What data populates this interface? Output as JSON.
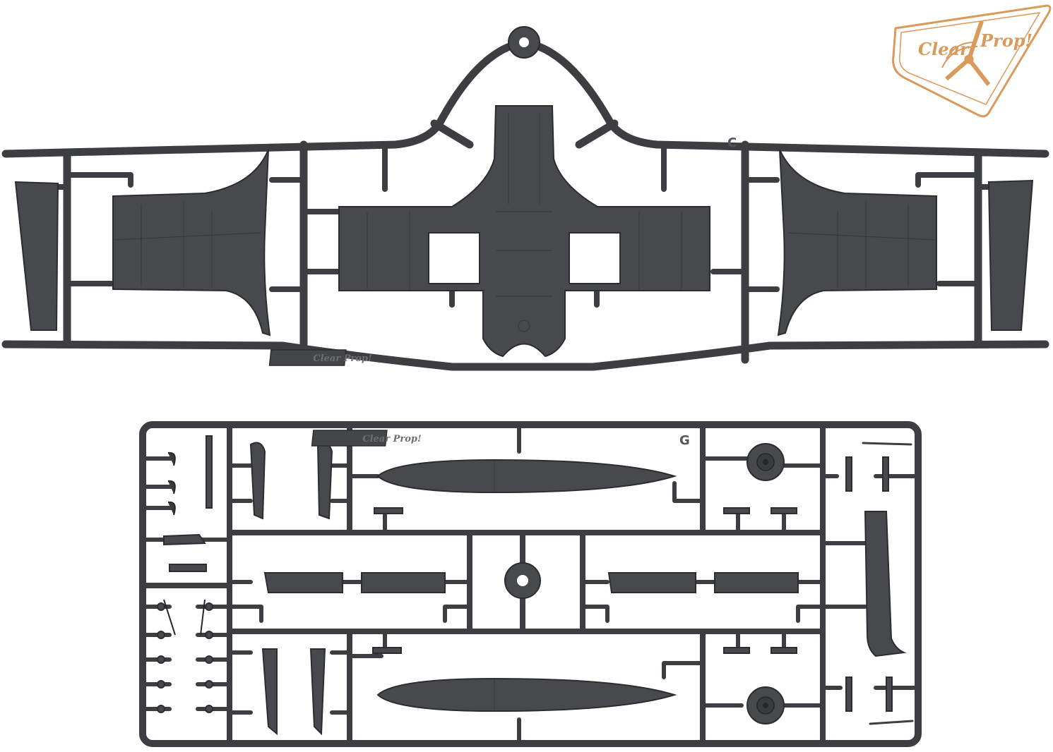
{
  "brand": {
    "logo_text_1": "Clear",
    "logo_text_2": "Prop!",
    "logo_color": "#d99a5b"
  },
  "sprue_c": {
    "letter": "C",
    "tag_text": "Clear Prop!"
  },
  "sprue_g": {
    "letter": "G",
    "tag_text": "Clear Prop!"
  },
  "colors": {
    "plastic": "#48494d",
    "sprue_frame": "#3d3e42",
    "background": "#ffffff"
  }
}
